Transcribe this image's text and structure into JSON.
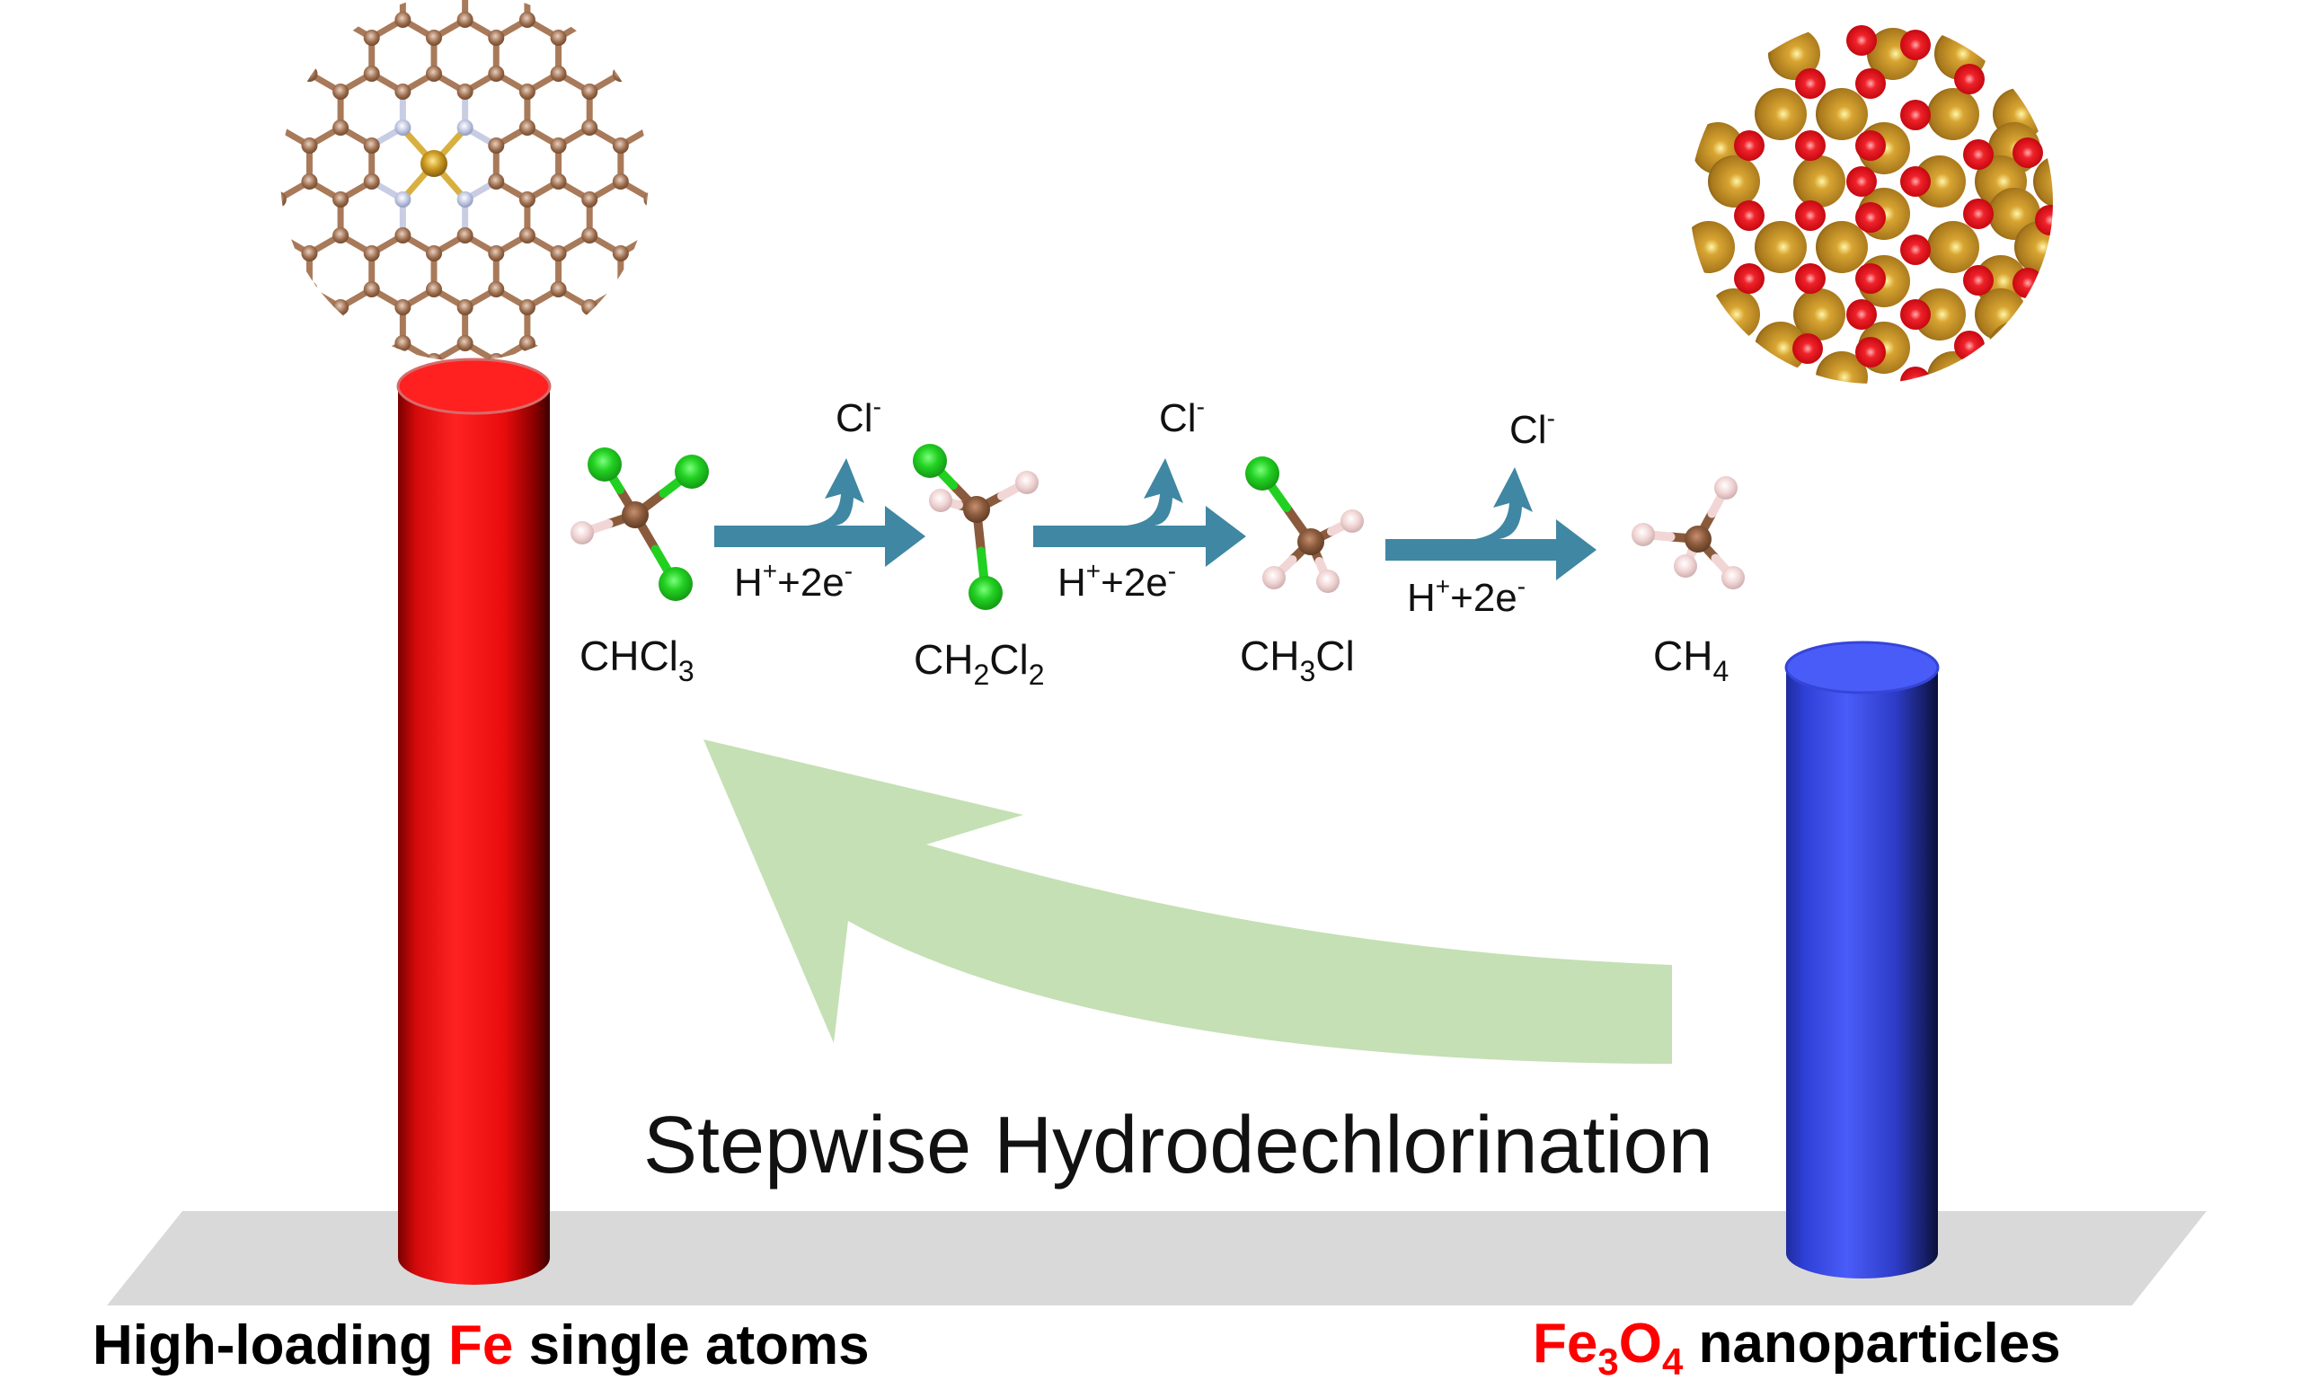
{
  "figure": {
    "title": "Stepwise Hydrodechlorination",
    "colors": {
      "reaction_arrow": "#3f87a3",
      "big_arrow": "#c5e0b4",
      "platform": "#d9d9d9",
      "fe_single_atom_bar": "#ff1a1a",
      "fe3o4_bar": "#3b4fe8",
      "carbon": "#8a5a3c",
      "chlorine": "#22d022",
      "hydrogen": "#f2d6d6",
      "nitrogen": "#b8bfdc",
      "iron": "#c8961e",
      "oxygen": "#e8141c",
      "highlight_text": "#ff0000"
    },
    "left_catalyst": {
      "caption_prefix": "High-loading ",
      "caption_highlight": "Fe",
      "caption_suffix": " single atoms",
      "structure": "Fe-N4 single atom in graphene lattice",
      "relative_activity": "high"
    },
    "right_catalyst": {
      "caption_highlight_base1": "Fe",
      "caption_highlight_sub1": "3",
      "caption_highlight_base2": "O",
      "caption_highlight_sub2": "4",
      "caption_suffix": " nanoparticles",
      "structure": "Fe3O4 close-packed surface",
      "relative_activity": "low"
    },
    "pathway": {
      "species": [
        {
          "id": "chcl3",
          "base": "CHCl",
          "sub": "3",
          "tail": "",
          "mid": ""
        },
        {
          "id": "ch2cl2",
          "base": "CH",
          "sub": "2",
          "mid": "Cl",
          "sub2": "2"
        },
        {
          "id": "ch3cl",
          "base": "CH",
          "sub": "3",
          "mid": "Cl",
          "sub2": ""
        },
        {
          "id": "ch4",
          "base": "CH",
          "sub": "4",
          "mid": "",
          "sub2": ""
        }
      ],
      "steps": [
        {
          "product_label": "Cl",
          "product_charge": "-",
          "reagent_h": "H",
          "reagent_h_charge": "+",
          "reagent_rest": "+2e",
          "reagent_rest_charge": "-"
        },
        {
          "product_label": "Cl",
          "product_charge": "-",
          "reagent_h": "H",
          "reagent_h_charge": "+",
          "reagent_rest": "+2e",
          "reagent_rest_charge": "-"
        },
        {
          "product_label": "Cl",
          "product_charge": "-",
          "reagent_h": "H",
          "reagent_h_charge": "+",
          "reagent_rest": "+2e",
          "reagent_rest_charge": "-"
        }
      ]
    }
  }
}
